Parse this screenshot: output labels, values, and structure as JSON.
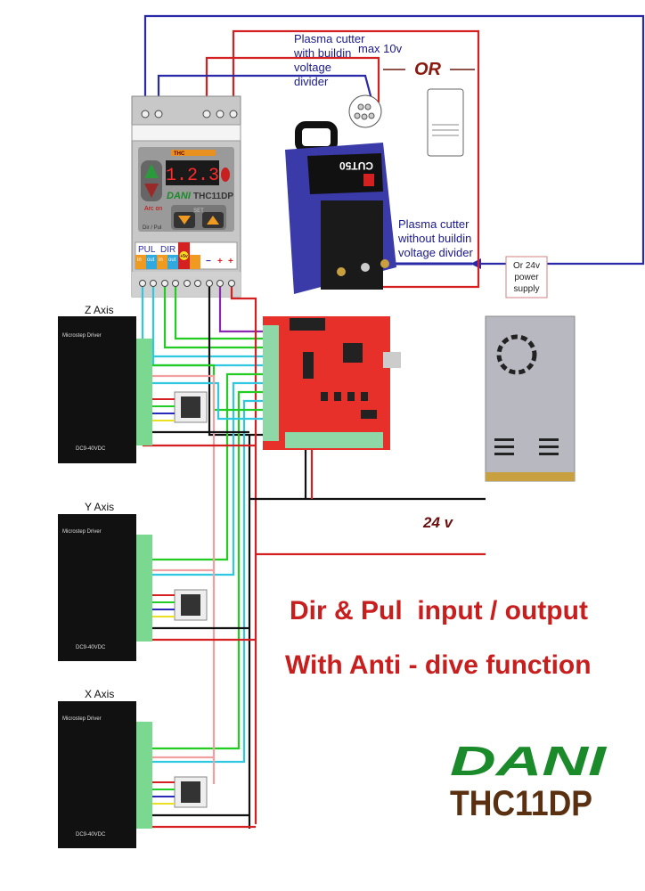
{
  "labels": {
    "with_divider": [
      "Plasma cutter",
      "with buildin",
      "voltage",
      "divider"
    ],
    "max_voltage": "max 10v",
    "or": "OR",
    "without_divider": [
      "Plasma cutter",
      "without buildin",
      "voltage divider"
    ],
    "power_supply_note": [
      "Or 24v",
      "power",
      "supply"
    ],
    "supply_voltage": "24 v",
    "headline_1": "Dir & Pul  input / output",
    "headline_2": "With Anti - dive function"
  },
  "thc": {
    "display_value": "1.2.3",
    "brand": "DANI",
    "model": "THC11DP",
    "badge": "THC",
    "set_label": "SET",
    "arc_on": "Arc on",
    "dir_pul": "Dir / Pul",
    "terminals": [
      "PUL",
      "DIR"
    ],
    "terminal_sub": [
      "in",
      "out",
      "in",
      "out",
      "+5v",
      "",
      "−",
      "+",
      "+"
    ]
  },
  "cutter": {
    "model": "CUT50"
  },
  "drivers": [
    {
      "axis": "Z Axis",
      "name": "Microstep Driver",
      "rating": "DC9-40VDC"
    },
    {
      "axis": "Y Axis",
      "name": "Microstep Driver",
      "rating": "DC9-40VDC"
    },
    {
      "axis": "X Axis",
      "name": "Microstep Driver",
      "rating": "DC9-40VDC"
    }
  ],
  "logo": {
    "brand": "DANI",
    "model": "THC11DP"
  },
  "colors": {
    "wire_red": "#d42020",
    "wire_blue": "#2a2aa8",
    "wire_green": "#22cc22",
    "wire_cyan": "#30c8e0",
    "wire_pink": "#f0a0a0",
    "wire_purple": "#8a2ab0",
    "headline": "#c81e1e",
    "logo_green": "#1a8a2a",
    "logo_brown": "#5a3010"
  }
}
